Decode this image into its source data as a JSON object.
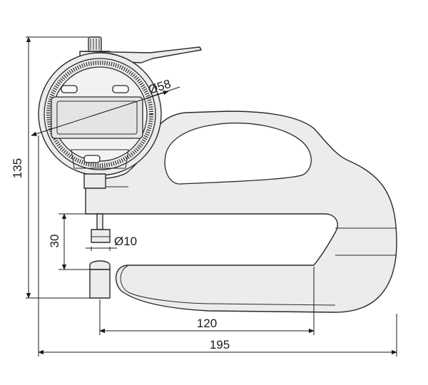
{
  "dimensions": {
    "height_total": "135",
    "gap": "30",
    "anvil_diameter": "Ø10",
    "dial_diameter": "Ø58",
    "throat_depth": "120",
    "length_total": "195"
  },
  "colors": {
    "line": "#2a2a2a",
    "body": "#ececec",
    "dial_face": "#f2f2f2",
    "background": "#ffffff"
  }
}
